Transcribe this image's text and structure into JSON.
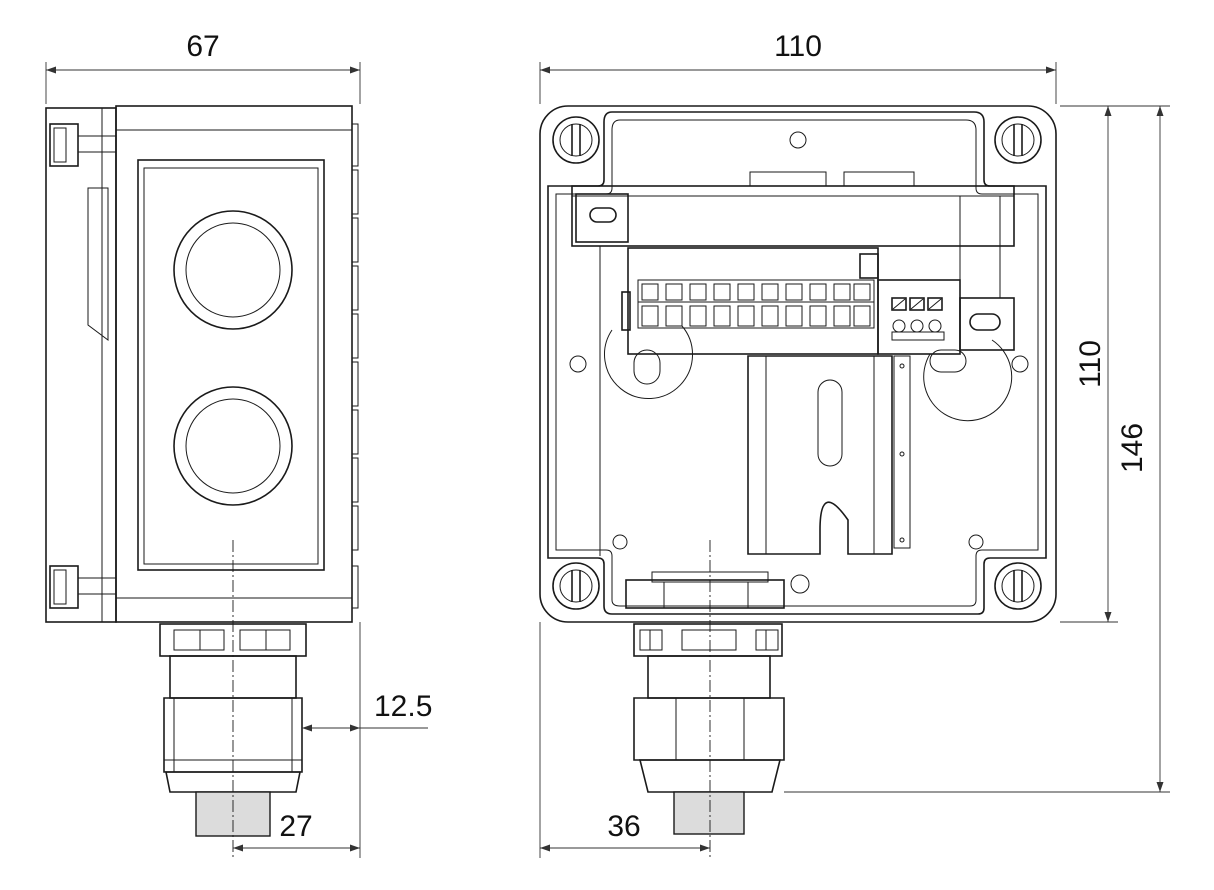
{
  "colors": {
    "line": "#1a1a1a",
    "cable": "#dcdcdc",
    "background": "#ffffff"
  },
  "dimensions": {
    "side_width": "67",
    "front_width": "110",
    "front_height": "110",
    "total_height": "146",
    "side_offset": "12.5",
    "side_gland_center": "27",
    "front_gland_center": "36"
  }
}
